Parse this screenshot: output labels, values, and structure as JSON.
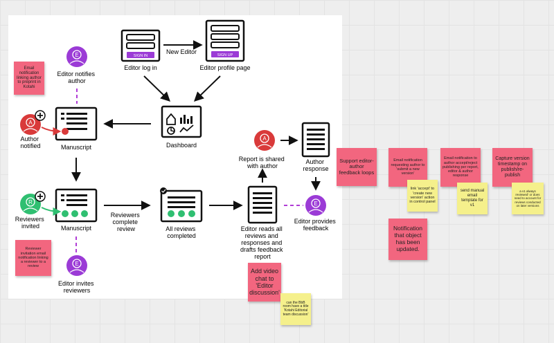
{
  "colors": {
    "purple": "#9b3bd6",
    "red": "#d93a3a",
    "green": "#2fbf71",
    "sticky_pink": "#f2667f",
    "sticky_yellow": "#f5f08c",
    "dashed": "#b03bd6"
  },
  "icons": {
    "sign_in_screen": "login-screen-icon",
    "sign_up_screen": "signup-screen-icon",
    "dashboard": "dashboard-icon",
    "manuscript": "document-icon",
    "report": "report-document-icon",
    "editor_avatar": "editor-avatar-icon",
    "author_avatar": "author-avatar-icon",
    "reviewer_avatar": "reviewer-avatar-icon"
  },
  "buttons": {
    "sign_in": "SIGN IN",
    "sign_up": "SIGN UP"
  },
  "avatars": {
    "editor": "E",
    "author": "A",
    "reviewer": "R"
  },
  "labels": {
    "editor_log_in": "Editor log in",
    "new_editor": "New Editor",
    "editor_profile_page": "Editor profile page",
    "dashboard": "Dashboard",
    "editor_notifies_author": [
      "Editor notifies",
      "author"
    ],
    "author_notified": [
      "Author",
      "notified"
    ],
    "manuscript_top": "Manuscript",
    "reviewers_invited": [
      "Reviewers",
      "invited"
    ],
    "manuscript_bottom": "Manuscript",
    "editor_invites_reviewers": [
      "Editor invites",
      "reviewers"
    ],
    "reviewers_complete_review": [
      "Reviewers",
      "complete",
      "review"
    ],
    "all_reviews_completed": [
      "All reviews",
      "completed"
    ],
    "report_shared": [
      "Report is shared",
      "with author"
    ],
    "author_response": [
      "Author",
      "response"
    ],
    "editor_reads": [
      "Editor reads all",
      "reviews and",
      "responses and",
      "drafts feedback",
      "report"
    ],
    "editor_provides_feedback": [
      "Editor provides",
      "feedback"
    ]
  },
  "stickies": {
    "email_kotahi": "Email notification linking author to preprint in Kotahi",
    "reviewer_invitation": "Reviewer invitation email notification linking a reviewer to a review",
    "add_video_chat": "Add video chat to 'Editor discussion'",
    "bbb_room": "can the BbB room have a title 'Kotahi Editorial team discussion'",
    "support_loops": "Support editor-author feedback loops",
    "email_submit_new_version": "Email notification requesting author to 'submit a new version'",
    "link_accept": "link 'accept' to 'create new version' action in control panel",
    "email_accept_reject": "Email notification to author accept/reject publishing per report, editor & author response",
    "send_manual_email": "send manual email template for v1",
    "notification_updated": "Notification that object has been updated.",
    "capture_version": "Capture version timestamp on publish/re-publish",
    "v1_reviewed": "a v1 always reviewed' or does need to account for reviews conducted on later versions"
  }
}
